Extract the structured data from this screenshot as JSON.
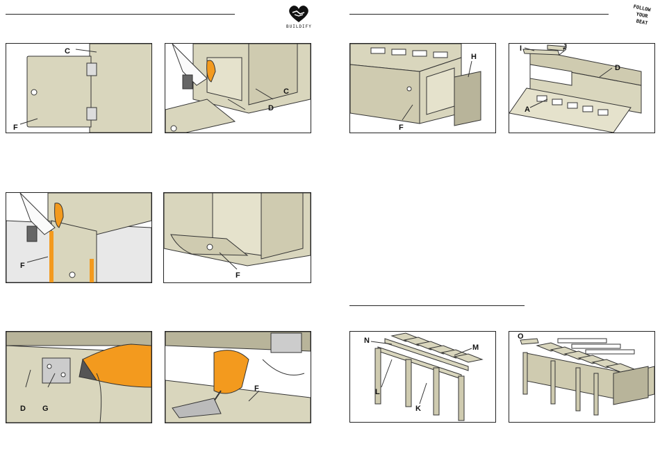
{
  "left_brand": {
    "name": "BUILDIFY",
    "logo": "heart-handshake-icon"
  },
  "right_brand": {
    "line1": "FOLLOW",
    "line2": "YOUR",
    "line3": "BEAT"
  },
  "colors": {
    "wood": "#d9d6bd",
    "wood_dark": "#b8b49a",
    "outline": "#333333",
    "drill_orange": "#f39a1e",
    "grey": "#8a8a8a"
  },
  "panels": {
    "p1": {
      "labels": [
        "C",
        "F"
      ]
    },
    "p2": {
      "labels": [
        "C",
        "D"
      ]
    },
    "p3": {
      "labels": [
        "F"
      ]
    },
    "p4": {
      "labels": [
        "F"
      ]
    },
    "p5": {
      "labels": [
        "D",
        "G"
      ]
    },
    "p6": {
      "labels": [
        "F"
      ]
    },
    "p7": {
      "labels": [
        "H",
        "F"
      ]
    },
    "p8": {
      "labels": [
        "I",
        "J",
        "D",
        "A"
      ]
    },
    "p9": {
      "labels": [
        "N",
        "M",
        "L",
        "K"
      ]
    },
    "p10": {
      "labels": [
        "O"
      ]
    }
  }
}
